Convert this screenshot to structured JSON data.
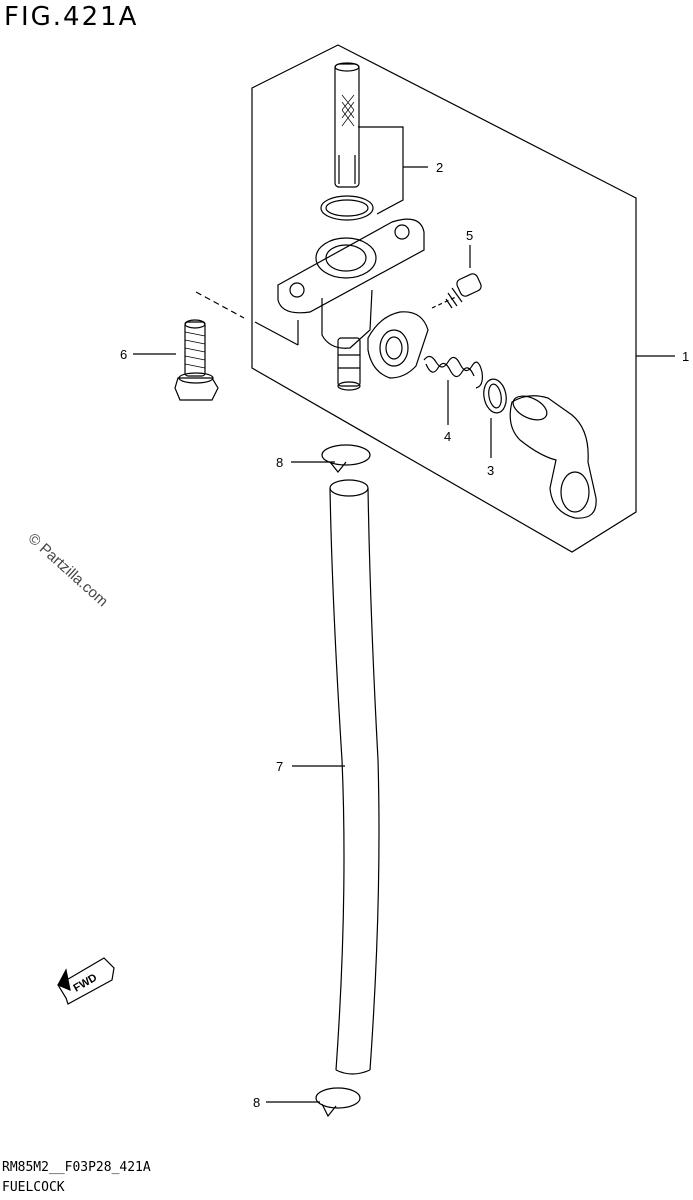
{
  "header": {
    "figure_title": "FIG.421A"
  },
  "watermark": {
    "text": "© Partzilla.com"
  },
  "callouts": {
    "part_1": "1",
    "part_2": "2",
    "part_3": "3",
    "part_4": "4",
    "part_5": "5",
    "part_6": "6",
    "part_7": "7",
    "part_8_top": "8",
    "part_8_bottom": "8"
  },
  "direction_marker": {
    "label": "FWD"
  },
  "footer": {
    "code": "RM85M2__F03P28_421A",
    "name": "FUELCOCK"
  },
  "colors": {
    "line": "#000000",
    "background": "#ffffff",
    "watermark": "#444444"
  }
}
